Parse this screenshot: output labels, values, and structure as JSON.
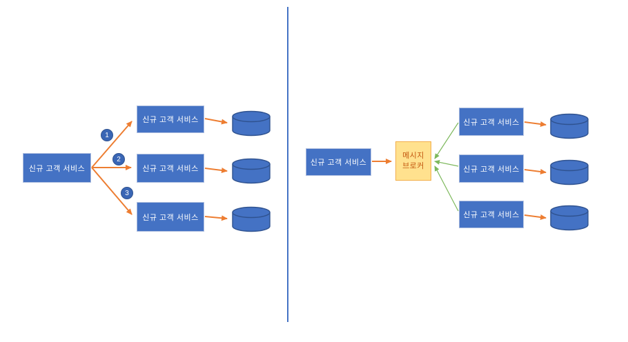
{
  "diagram": {
    "left_panel": {
      "source": {
        "label": "신규 고객 서비스"
      },
      "badges": [
        {
          "number": "1"
        },
        {
          "number": "2"
        },
        {
          "number": "3"
        }
      ],
      "services": [
        {
          "label": "신규 고객 서비스"
        },
        {
          "label": "신규 고객 서비스"
        },
        {
          "label": "신규 고객 서비스"
        }
      ],
      "databases": [
        {
          "icon": "database-cylinder-icon"
        },
        {
          "icon": "database-cylinder-icon"
        },
        {
          "icon": "database-cylinder-icon"
        }
      ]
    },
    "right_panel": {
      "source": {
        "label": "신규 고객 서비스"
      },
      "broker": {
        "line1": "메시지",
        "line2": "브로커"
      },
      "services": [
        {
          "label": "신규 고객 서비스"
        },
        {
          "label": "신규 고객 서비스"
        },
        {
          "label": "신규 고객 서비스"
        }
      ],
      "databases": [
        {
          "icon": "database-cylinder-icon"
        },
        {
          "icon": "database-cylinder-icon"
        },
        {
          "icon": "database-cylinder-icon"
        }
      ]
    }
  },
  "colors": {
    "service_fill": "#4472C4",
    "service_border": "#AEBEDF",
    "service_text": "#FFFFFF",
    "cylinder_fill": "#4472C4",
    "cylinder_stroke": "#2F528F",
    "broker_fill": "#FFE18E",
    "broker_border": "#F2AE49",
    "broker_text": "#C45911",
    "arrow_orange": "#ED7D31",
    "arrow_green": "#7DB85C",
    "badge_fill": "#3A66B5",
    "badge_stroke": "#2F528F",
    "badge_text": "#FFFFFF",
    "divider": "#4472C4"
  }
}
